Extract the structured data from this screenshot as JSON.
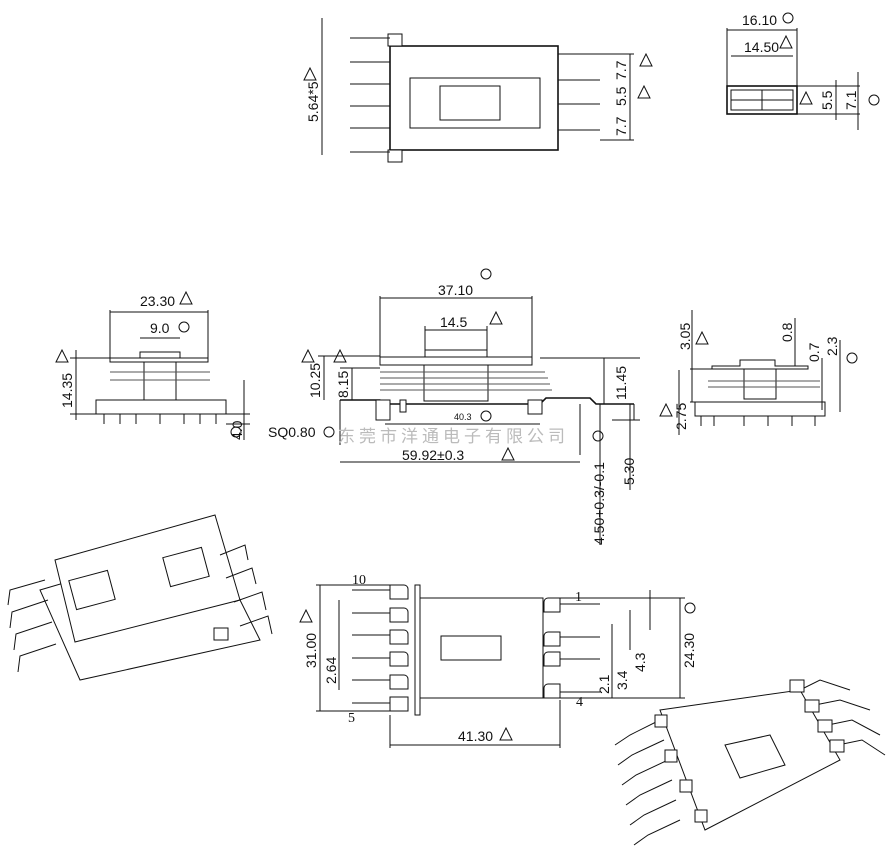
{
  "watermark": "东莞市洋通电子有限公司",
  "top_view": {
    "pitch": "5.64*5",
    "dim_a": "7.7",
    "dim_b": "5.5",
    "dim_c": "7.7"
  },
  "end_view": {
    "outer_width": "16.10",
    "inner_width": "14.50",
    "inner_height": "5.5",
    "outer_height": "7.1"
  },
  "left_side_view": {
    "flange_width": "23.30",
    "core_width": "9.0",
    "height": "14.35",
    "pin_length": "4.0"
  },
  "front_view": {
    "flange_length": "37.10",
    "window": "14.5",
    "height_a": "10.25",
    "height_b": "8.15",
    "height_c": "11.45",
    "inner_length": "40.3",
    "pin_size": "SQ0.80",
    "pin_span": "59.92±0.3",
    "pin_offset": "4.50+0.3/-0.1",
    "pin_drop": "5.30"
  },
  "right_side_view": {
    "dim_a": "3.05",
    "dim_b": "0.8",
    "dim_c": "0.7",
    "dim_d": "2.3",
    "dim_e": "2.75"
  },
  "bottom_view": {
    "pin_10": "10",
    "pin_1": "1",
    "pin_5": "5",
    "pin_4": "4",
    "width": "31.00",
    "pin_pitch": "2.64",
    "dim_a": "2.1",
    "dim_b": "3.4",
    "dim_c": "4.3",
    "inner_width": "24.30",
    "length": "41.30"
  }
}
